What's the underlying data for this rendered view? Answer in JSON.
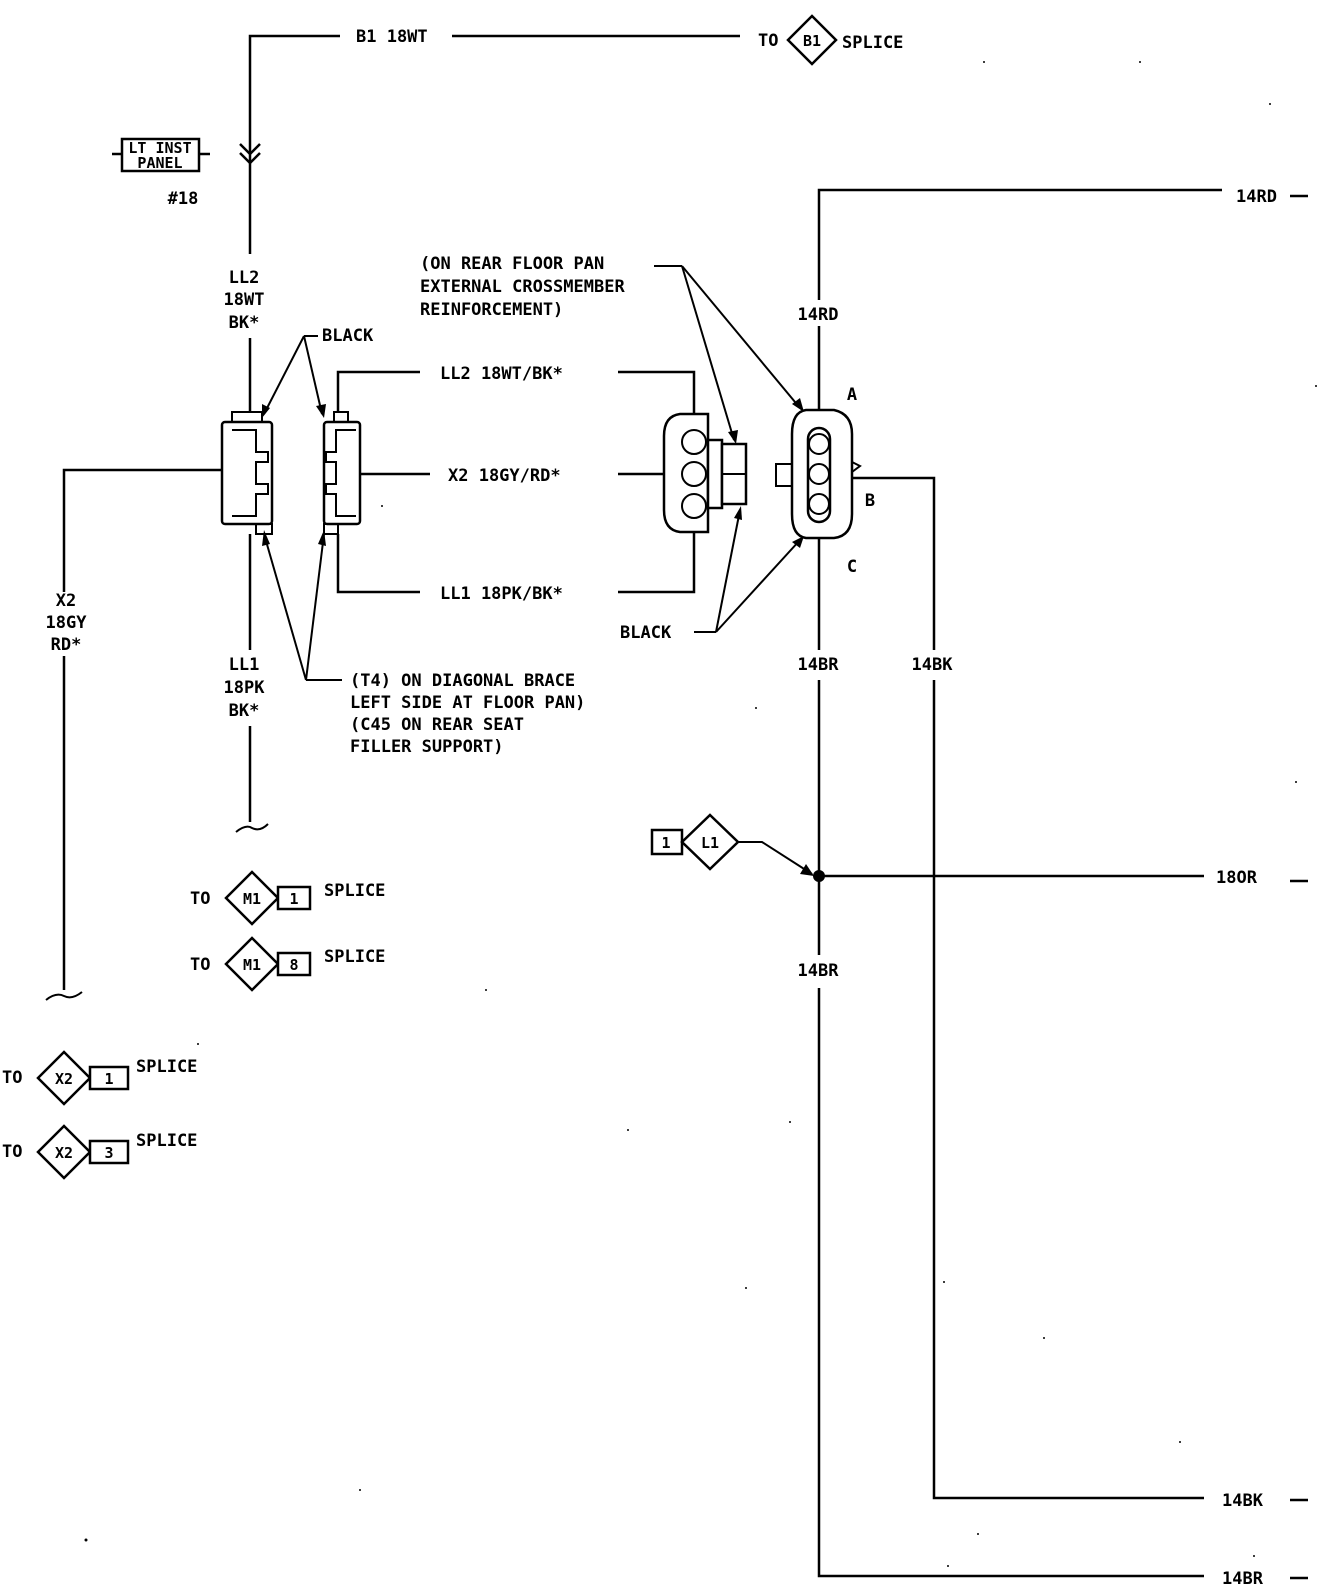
{
  "wires": {
    "b1_top": "B1 18WT",
    "to_b1_prefix": "TO",
    "b1_diamond": "B1",
    "b1_splice": "SPLICE",
    "lt_inst_panel_line1": "LT INST",
    "lt_inst_panel_line2": "PANEL",
    "lt_inst_panel_num": "#18",
    "ll2_l1": "LL2",
    "ll2_l2": "18WT",
    "ll2_l3": "BK*",
    "black_top": "BLACK",
    "ll2_mid": "LL2 18WT/BK*",
    "x2_mid": "X2 18GY/RD*",
    "ll1_mid": "LL1 18PK/BK*",
    "x2_left_l1": "X2",
    "x2_left_l2": "18GY",
    "x2_left_l3": "RD*",
    "ll1_l1": "LL1",
    "ll1_l2": "18PK",
    "ll1_l3": "BK*",
    "t4_note_l1": "(T4) ON DIAGONAL BRACE",
    "t4_note_l2": "LEFT SIDE AT FLOOR PAN)",
    "t4_note_l3": "(C45 ON REAR SEAT",
    "t4_note_l4": "FILLER SUPPORT)",
    "rear_note_l1": "(ON REAR FLOOR PAN",
    "rear_note_l2": "EXTERNAL CROSSMEMBER",
    "rear_note_l3": "REINFORCEMENT)",
    "black_bottom": "BLACK",
    "pin_a": "A",
    "pin_b": "B",
    "pin_c": "C",
    "rd14_top_right": "14RD",
    "rd14_vert": "14RD",
    "br14_upper": "14BR",
    "bk14_upper": "14BK",
    "or18": "18OR",
    "br14_lower": "14BR",
    "bk14_bottom": "14BK",
    "br14_bottom": "14BR",
    "l1_box": "1",
    "l1_diamond": "L1"
  },
  "splices": [
    {
      "prefix": "TO",
      "diamond": "M1",
      "box": "1",
      "label": "SPLICE"
    },
    {
      "prefix": "TO",
      "diamond": "M1",
      "box": "8",
      "label": "SPLICE"
    },
    {
      "prefix": "TO",
      "diamond": "X2",
      "box": "1",
      "label": "SPLICE"
    },
    {
      "prefix": "TO",
      "diamond": "X2",
      "box": "3",
      "label": "SPLICE"
    }
  ]
}
